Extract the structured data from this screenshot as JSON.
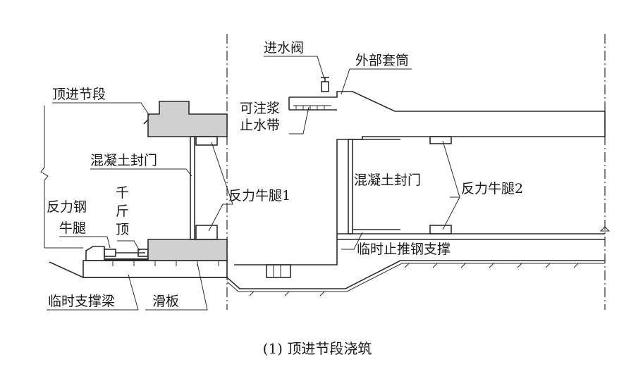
{
  "labels": {
    "jacking_segment": "顶进节段",
    "inlet_valve": "进水阀",
    "outer_sleeve": "外部套筒",
    "groutable_waterstop_1": "可注浆",
    "groutable_waterstop_2": "止水带",
    "concrete_bulkhead_left": "混凝土封门",
    "concrete_bulkhead_right": "混凝土封门",
    "reaction_corbel_1": "反力牛腿1",
    "reaction_corbel_2": "反力牛腿2",
    "reaction_steel_corbel_1": "反力钢",
    "reaction_steel_corbel_2": "牛腿",
    "jack_1": "千",
    "jack_2": "斤",
    "jack_3": "顶",
    "temporary_stop_push_brace": "临时止推钢支撑",
    "temporary_support_beam": "临时支撑梁",
    "slide_plate": "滑板"
  },
  "caption": "(1) 顶进节段浇筑"
}
